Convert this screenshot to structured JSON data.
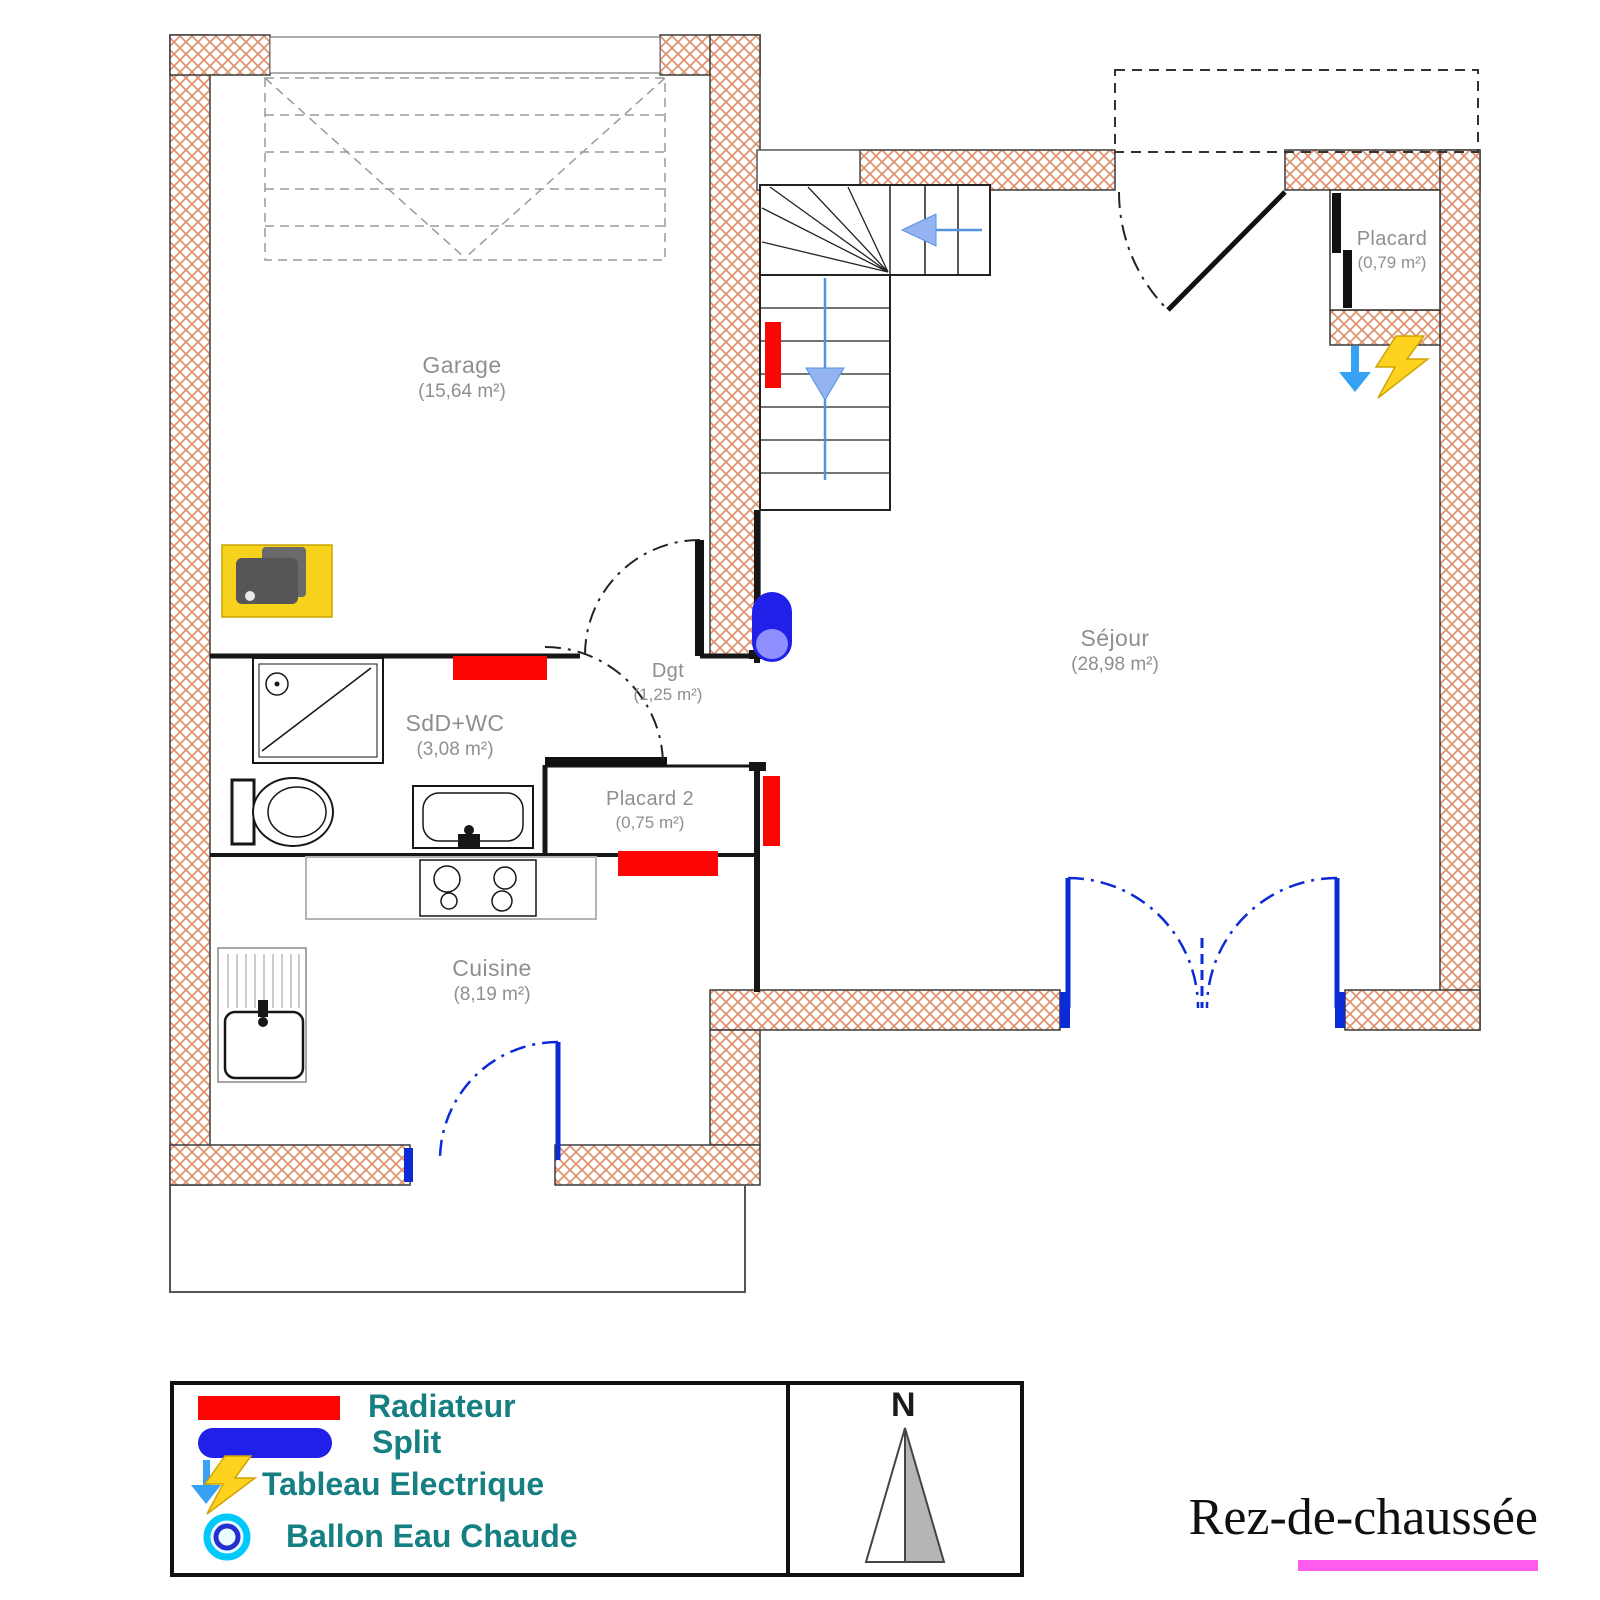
{
  "plan": {
    "rooms": [
      {
        "name": "Garage",
        "area": "(15,64 m²)"
      },
      {
        "name": "Séjour",
        "area": "(28,98 m²)"
      },
      {
        "name": "SdD+WC",
        "area": "(3,08 m²)"
      },
      {
        "name": "Dgt",
        "area": "(1,25 m²)"
      },
      {
        "name": "Placard 2",
        "area": "(0,75 m²)"
      },
      {
        "name": "Cuisine",
        "area": "(8,19 m²)"
      },
      {
        "name": "Placard",
        "area": "(0,79 m²)"
      }
    ]
  },
  "legend": {
    "items": [
      {
        "icon": "radiator-icon",
        "label": "Radiateur",
        "color": "#fb0505"
      },
      {
        "icon": "split-icon",
        "label": "Split",
        "color": "#2020e8"
      },
      {
        "icon": "electrical-panel-icon",
        "label": "Tableau Electrique",
        "color": "#ffd21f"
      },
      {
        "icon": "water-heater-icon",
        "label": "Ballon Eau Chaude",
        "color": "#00c8fa"
      }
    ]
  },
  "compass": {
    "label": "N"
  },
  "footer": {
    "title": "Rez-de-chaussée",
    "underline_color": "#ff5ced"
  },
  "colors": {
    "wall_hatch": "#de9270",
    "radiator": "#fb0505",
    "split": "#2020e8",
    "exterior_door": "#0b2bd6",
    "stair_arrow": "#5592e0",
    "electrical_yellow": "#ffd21f",
    "water_heater_cyan": "#00c8fa",
    "room_label_gray": "#8f8f8f",
    "legend_text": "#157f82"
  }
}
